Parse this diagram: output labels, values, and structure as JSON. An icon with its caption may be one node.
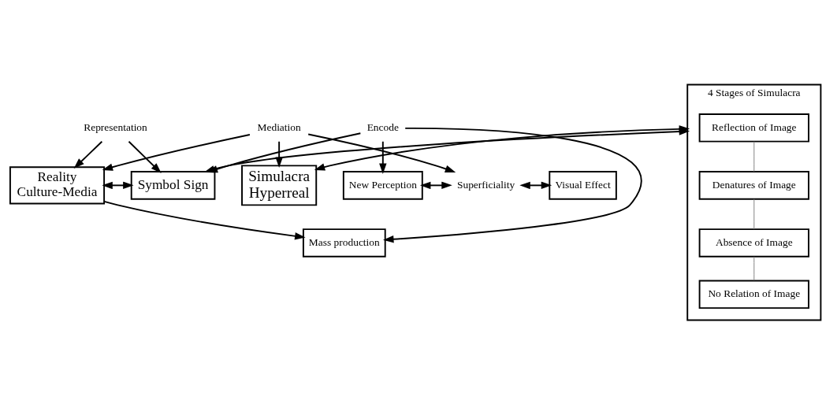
{
  "diagram": {
    "nodes": [
      {
        "text": [
          "Representation"
        ]
      },
      {
        "text": [
          "Reality",
          "Culture-Media"
        ]
      },
      {
        "text": [
          "Symbol Sign"
        ]
      },
      {
        "text": [
          "Mass production"
        ]
      },
      {
        "text": [
          "4 Stages of Simulacra"
        ]
      },
      {
        "text": [
          "Reflection of Image"
        ],
        "in": 4
      },
      {
        "text": [
          "Denatures of Image"
        ],
        "in": 4
      },
      {
        "text": [
          "Absence of Image"
        ],
        "in": 4
      },
      {
        "text": [
          "No Relation of Image"
        ],
        "in": 4
      },
      {
        "text": [
          "Simulacra",
          "Hyperreal"
        ]
      },
      {
        "text": [
          "Encode"
        ]
      },
      {
        "text": [
          "Mediation"
        ]
      },
      {
        "text": [
          "New Perception"
        ]
      },
      {
        "text": [
          "Superficiality"
        ]
      },
      {
        "text": [
          "Visual Effect"
        ]
      }
    ],
    "edges": [
      {
        "from": 0,
        "to": 1,
        "arrow": "to"
      },
      {
        "from": 0,
        "to": 2,
        "arrow": "to"
      },
      {
        "from": 1,
        "to": 2,
        "arrow": "both"
      },
      {
        "from": 1,
        "to": 3,
        "arrow": "to"
      },
      {
        "from": 2,
        "to": 4,
        "arrow": "both"
      },
      {
        "from": 4,
        "to": 9,
        "arrow": "both"
      },
      {
        "from": 5,
        "to": 6,
        "arrow": "none",
        "color": "#808080"
      },
      {
        "from": 6,
        "to": 7,
        "arrow": "none",
        "color": "#808080"
      },
      {
        "from": 7,
        "to": 8,
        "arrow": "none",
        "color": "#808080"
      },
      {
        "from": 10,
        "to": 3,
        "arrow": "to"
      },
      {
        "from": 10,
        "to": 2,
        "arrow": "to"
      },
      {
        "from": 10,
        "to": 12,
        "arrow": "to"
      },
      {
        "from": 11,
        "to": 1,
        "arrow": "to"
      },
      {
        "from": 11,
        "to": 9,
        "arrow": "to"
      },
      {
        "from": 11,
        "to": 13,
        "arrow": "to"
      },
      {
        "from": 12,
        "to": 13,
        "arrow": "both"
      },
      {
        "from": 13,
        "to": 14,
        "arrow": "both"
      }
    ]
  }
}
